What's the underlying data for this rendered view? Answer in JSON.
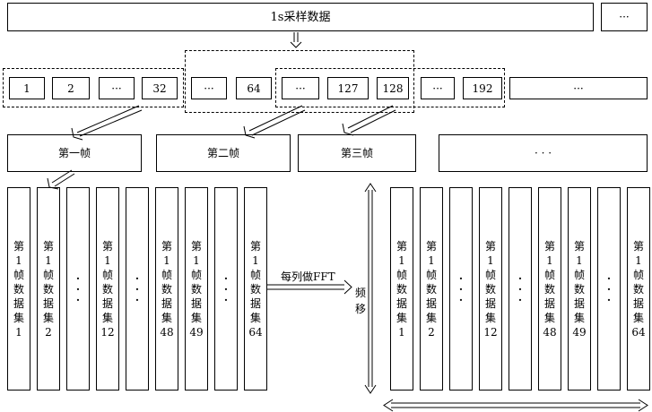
{
  "top": {
    "label": "1s采样数据",
    "more": "···"
  },
  "samples": [
    {
      "label": "1"
    },
    {
      "label": "2"
    },
    {
      "label": "···"
    },
    {
      "label": "32"
    },
    {
      "label": "···"
    },
    {
      "label": "64"
    },
    {
      "label": "···"
    },
    {
      "label": "127"
    },
    {
      "label": "128"
    },
    {
      "label": "···"
    },
    {
      "label": "192"
    },
    {
      "label": "···"
    }
  ],
  "frames": [
    {
      "label": "第一帧"
    },
    {
      "label": "第二帧"
    },
    {
      "label": "第三帧"
    },
    {
      "label": "· · ·"
    }
  ],
  "left_datasets": [
    {
      "lines": [
        "第",
        "1",
        "帧",
        "数",
        "据",
        "集",
        "1"
      ]
    },
    {
      "lines": [
        "第",
        "1",
        "帧",
        "数",
        "据",
        "集",
        "2"
      ]
    },
    {
      "lines": [
        "·",
        "·",
        "·"
      ]
    },
    {
      "lines": [
        "第",
        "1",
        "帧",
        "数",
        "据",
        "集",
        "12"
      ]
    },
    {
      "lines": [
        "·",
        "·",
        "·"
      ]
    },
    {
      "lines": [
        "第",
        "1",
        "帧",
        "数",
        "据",
        "集",
        "48"
      ]
    },
    {
      "lines": [
        "第",
        "1",
        "帧",
        "数",
        "据",
        "集",
        "49"
      ]
    },
    {
      "lines": [
        "·",
        "·",
        "·"
      ]
    },
    {
      "lines": [
        "第",
        "1",
        "帧",
        "数",
        "据",
        "集",
        "64"
      ]
    }
  ],
  "right_datasets": [
    {
      "lines": [
        "第",
        "1",
        "帧",
        "数",
        "据",
        "集",
        "1"
      ]
    },
    {
      "lines": [
        "第",
        "1",
        "帧",
        "数",
        "据",
        "集",
        "2"
      ]
    },
    {
      "lines": [
        "·",
        "·",
        "·"
      ]
    },
    {
      "lines": [
        "第",
        "1",
        "帧",
        "数",
        "据",
        "集",
        "12"
      ]
    },
    {
      "lines": [
        "·",
        "·",
        "·"
      ]
    },
    {
      "lines": [
        "第",
        "1",
        "帧",
        "数",
        "据",
        "集",
        "48"
      ]
    },
    {
      "lines": [
        "第",
        "1",
        "帧",
        "数",
        "据",
        "集",
        "49"
      ]
    },
    {
      "lines": [
        "·",
        "·",
        "·"
      ]
    },
    {
      "lines": [
        "第",
        "1",
        "帧",
        "数",
        "据",
        "集",
        "64"
      ]
    }
  ],
  "fft_label": "每列做FFT",
  "shift_label": "频移"
}
